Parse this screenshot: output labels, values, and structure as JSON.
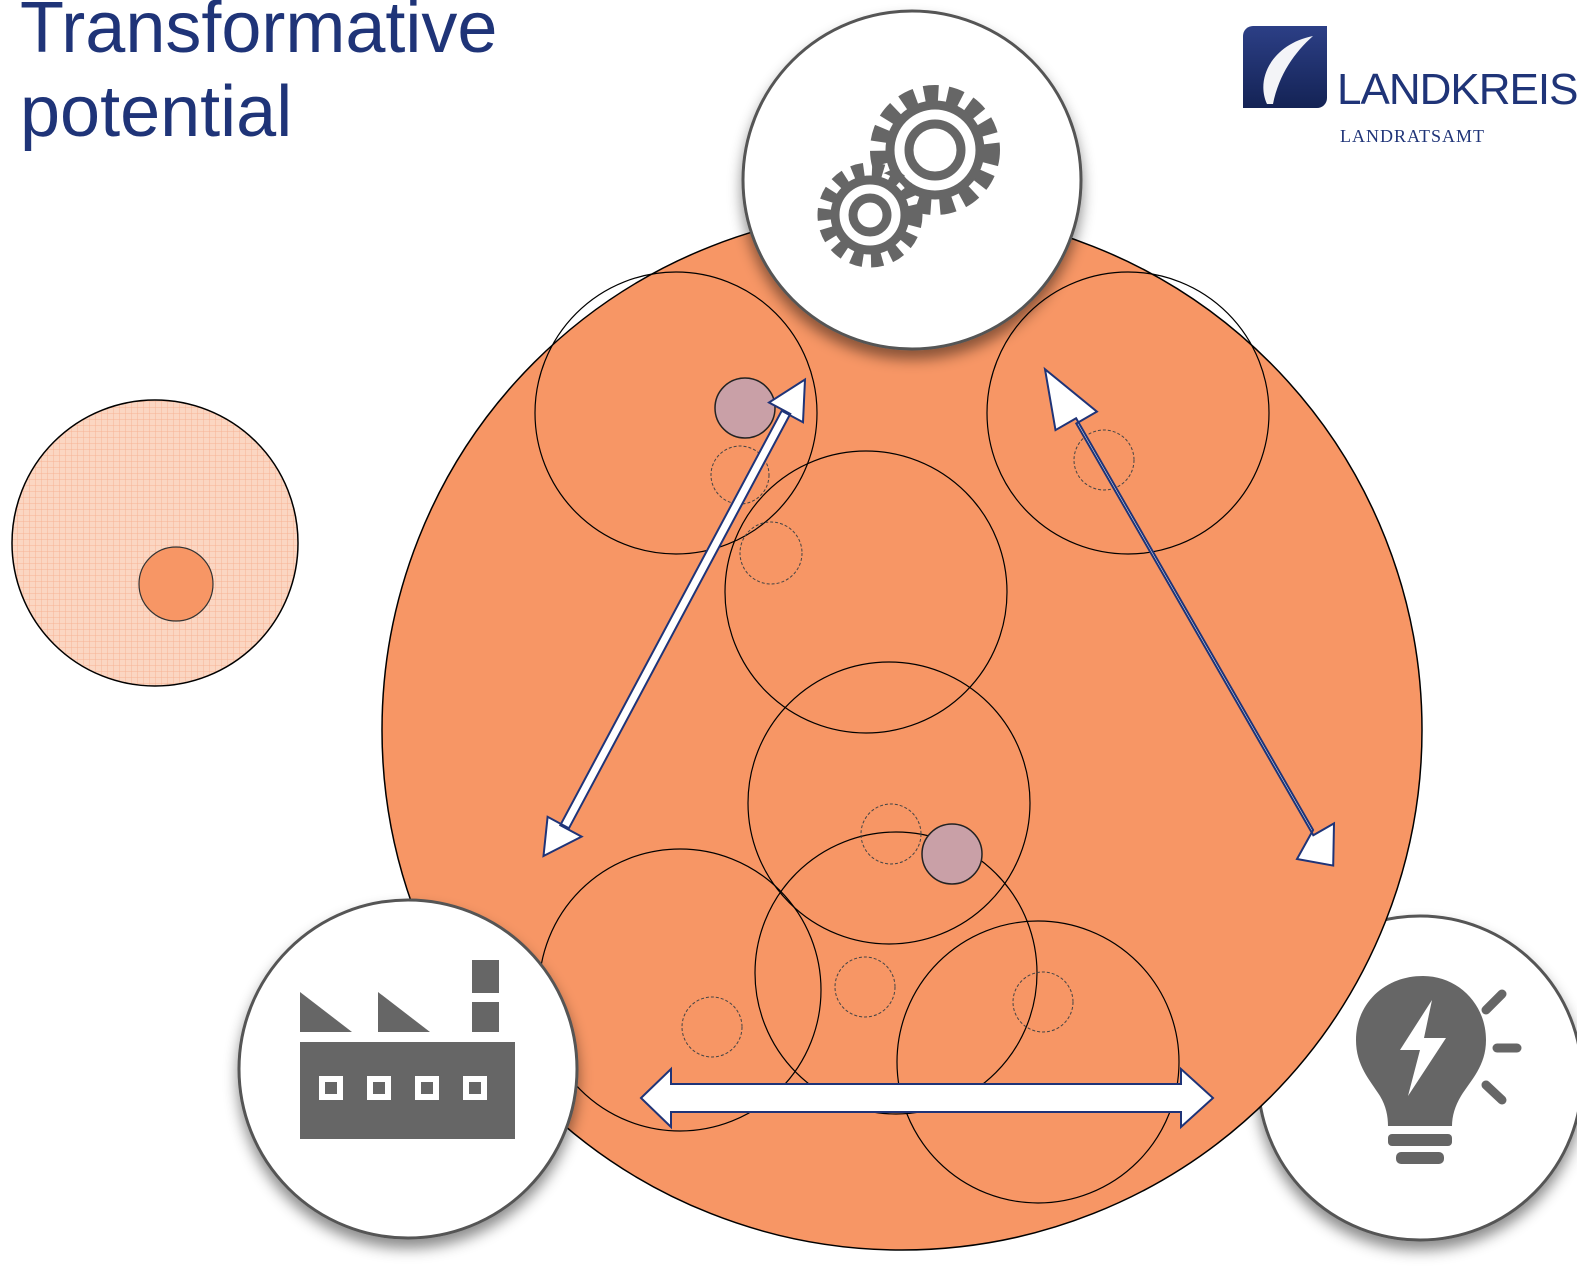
{
  "title": {
    "line1": "Transformative",
    "line2": "potential"
  },
  "logo": {
    "name": "LANDKREIS",
    "subtitle": "LANDRATSAMT"
  },
  "colors": {
    "title": "#1f3478",
    "main_fill": "#f79665",
    "outline": "#000000",
    "highlight_dot": "#c9a0a7",
    "icon_gray": "#666666",
    "arrow_fill": "#ffffff",
    "arrow_outline": "#1f3478"
  },
  "icons": {
    "top": "gears-icon",
    "bottom_left": "factory-icon",
    "bottom_right": "lightbulb-icon"
  }
}
